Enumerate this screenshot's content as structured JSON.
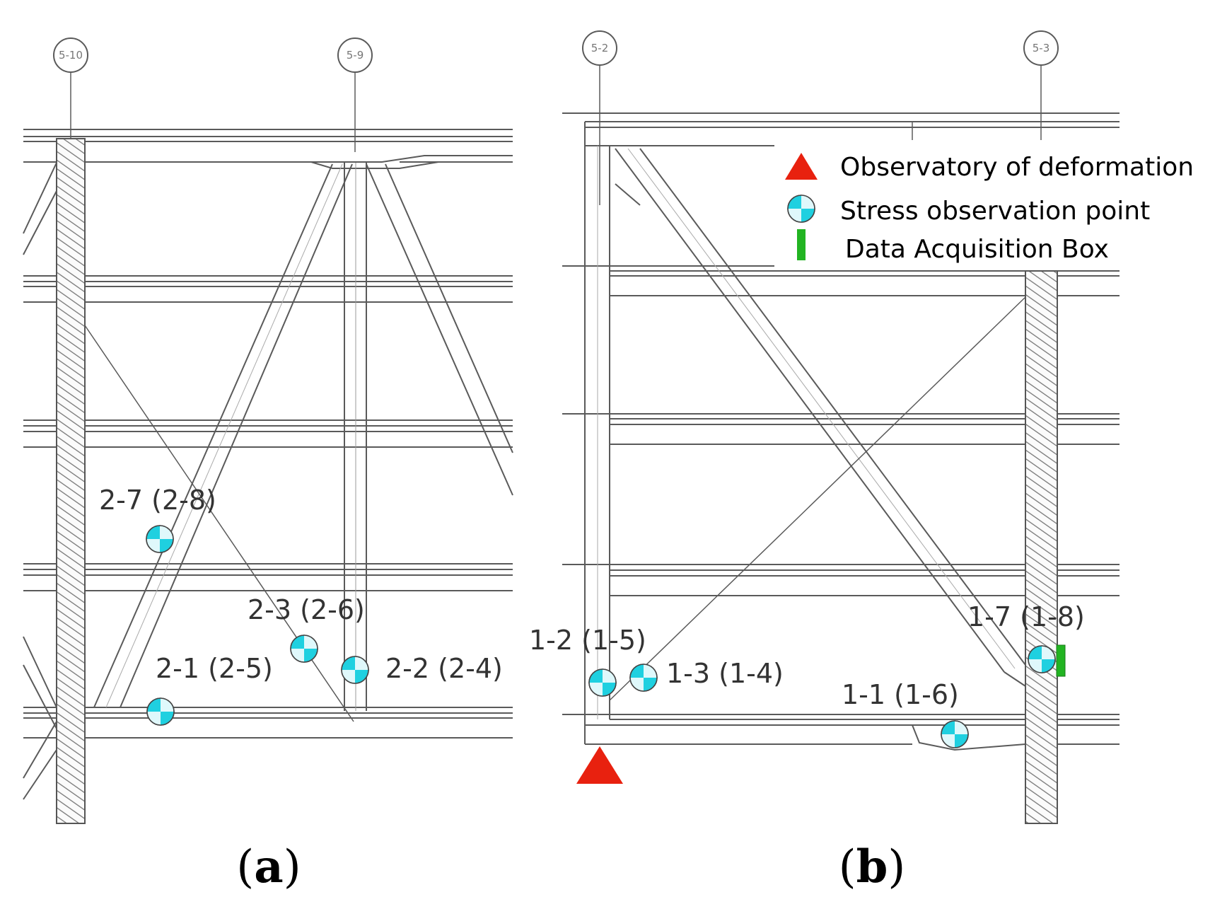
{
  "panels": [
    {
      "id": "a",
      "caption_open": "(",
      "caption_letter": "a",
      "caption_close": ")",
      "grid_labels": [
        "5-10",
        "5-9"
      ],
      "points": [
        "2-7 (2-8)",
        "2-3 (2-6)",
        "2-1 (2-5)",
        "2-2 (2-4)"
      ]
    },
    {
      "id": "b",
      "caption_open": "(",
      "caption_letter": "b",
      "caption_close": ")",
      "grid_labels": [
        "5-2",
        "5-3"
      ],
      "points": [
        "1-2 (1-5)",
        "1-3 (1-4)",
        "1-7 (1-8)",
        "1-1 (1-6)"
      ]
    }
  ],
  "legend": {
    "deformation": "Observatory of deformation",
    "stress": "Stress observation point",
    "box": "Data Acquisition Box"
  },
  "colors": {
    "deformation_marker": "#e8210f",
    "stress_marker": "#1fd0e0",
    "box_marker": "#22b422",
    "steel_line": "#5a5a5a"
  }
}
